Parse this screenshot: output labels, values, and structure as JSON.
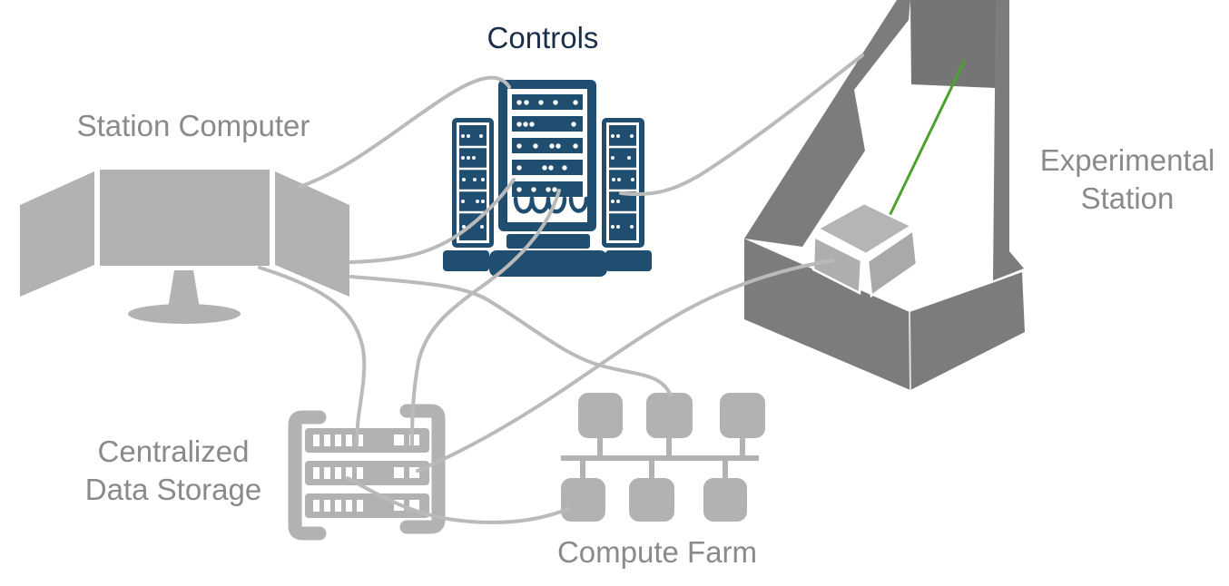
{
  "diagram": {
    "nodes": {
      "controls": {
        "label": "Controls"
      },
      "station_computer": {
        "label": "Station Computer"
      },
      "experimental_station": {
        "line1": "Experimental",
        "line2": "Station"
      },
      "centralized_data_storage": {
        "line1": "Centralized",
        "line2": "Data Storage"
      },
      "compute_farm": {
        "label": "Compute Farm"
      }
    },
    "connections": [
      {
        "from": "station-computer",
        "to": "controls",
        "note": "upper link"
      },
      {
        "from": "station-computer",
        "to": "controls",
        "note": "middle link"
      },
      {
        "from": "station-computer",
        "to": "compute-farm"
      },
      {
        "from": "station-computer",
        "to": "centralized-data-storage"
      },
      {
        "from": "controls",
        "to": "centralized-data-storage"
      },
      {
        "from": "controls",
        "to": "experimental-station"
      },
      {
        "from": "centralized-data-storage",
        "to": "experimental-station"
      },
      {
        "from": "centralized-data-storage",
        "to": "compute-farm"
      }
    ],
    "colors": {
      "navy": "#1f4e70",
      "navy_text": "#1a2e49",
      "gray_text": "#8a8a8a",
      "icon_gray": "#b2b2b2",
      "connector": "#bababa",
      "hutch": "#7c7c7c",
      "hutch_dark": "#757575",
      "cube_top": "#b5b5b5",
      "cube_left": "#aeaeae",
      "cube_right": "#a9a9a9",
      "laser": "#4ba32b"
    }
  }
}
